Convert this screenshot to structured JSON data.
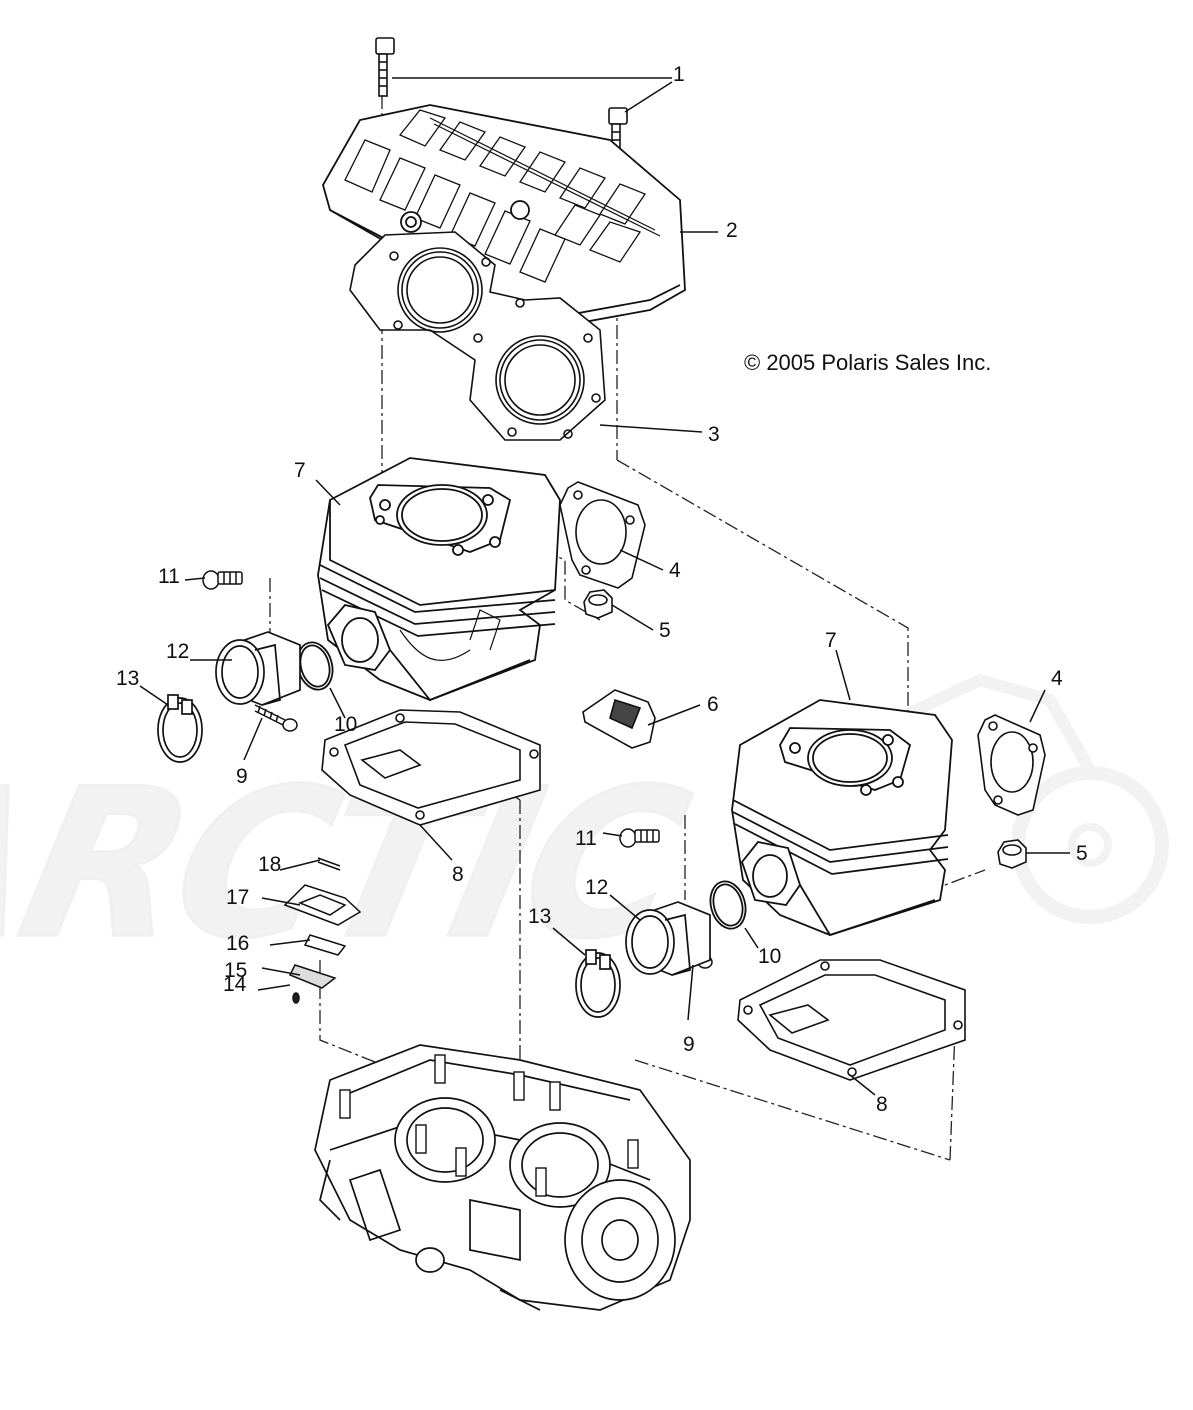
{
  "copyright": "© 2005 Polaris Sales Inc.",
  "watermark": "ARCTIC",
  "callouts": [
    "1",
    "2",
    "3",
    "4",
    "5",
    "6",
    "7",
    "8",
    "9",
    "10",
    "11",
    "12",
    "13",
    "14",
    "15",
    "16",
    "17",
    "18"
  ],
  "labels": {
    "c1": "1",
    "c2": "2",
    "c3": "3",
    "c4a": "4",
    "c4b": "4",
    "c5a": "5",
    "c5b": "5",
    "c6": "6",
    "c7a": "7",
    "c7b": "7",
    "c8a": "8",
    "c8b": "8",
    "c9a": "9",
    "c9b": "9",
    "c10a": "10",
    "c10b": "10",
    "c11a": "11",
    "c11b": "11",
    "c12a": "12",
    "c12b": "12",
    "c13a": "13",
    "c13b": "13",
    "c14": "14",
    "c15": "15",
    "c16": "16",
    "c17": "17",
    "c18": "18"
  },
  "parts": [
    {
      "name": "bolt"
    },
    {
      "name": "cylinder-head"
    },
    {
      "name": "head-gasket"
    },
    {
      "name": "exhaust-gasket"
    },
    {
      "name": "nut"
    },
    {
      "name": "bracket"
    },
    {
      "name": "cylinder"
    },
    {
      "name": "base-gasket"
    },
    {
      "name": "screw"
    },
    {
      "name": "o-ring"
    },
    {
      "name": "bolt"
    },
    {
      "name": "intake-boot"
    },
    {
      "name": "clamp"
    },
    {
      "name": "screw"
    },
    {
      "name": "stop-plate"
    },
    {
      "name": "reed-petal"
    },
    {
      "name": "reed-block"
    },
    {
      "name": "screw"
    }
  ]
}
